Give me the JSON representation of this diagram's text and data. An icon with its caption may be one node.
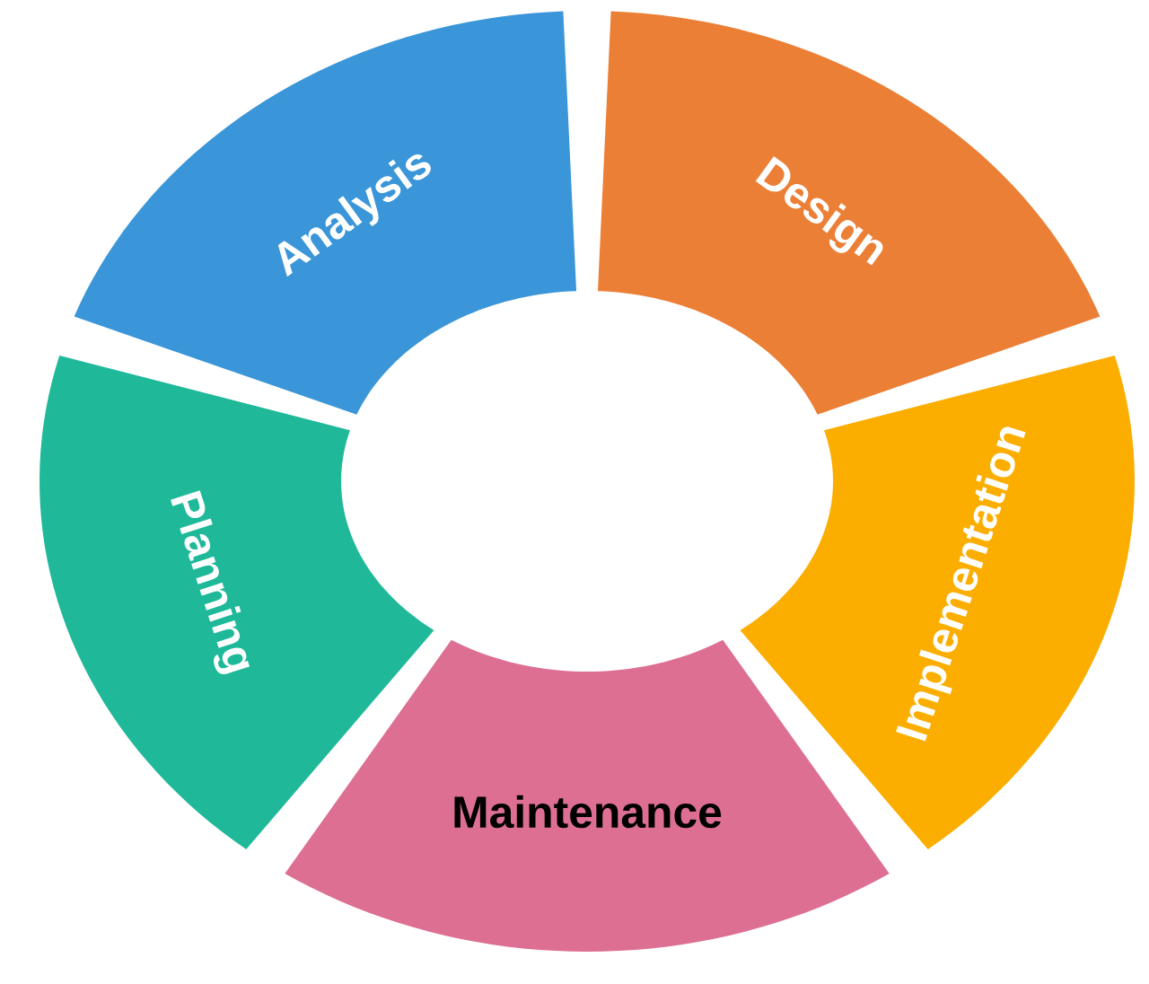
{
  "diagram": {
    "nodes": [
      {
        "text": [
          "Analysis"
        ]
      },
      {
        "text": [
          "Design"
        ]
      },
      {
        "text": [
          "Planning"
        ]
      },
      {
        "text": [
          "Implementation"
        ]
      },
      {
        "text": [
          "Maintenance"
        ]
      }
    ]
  }
}
